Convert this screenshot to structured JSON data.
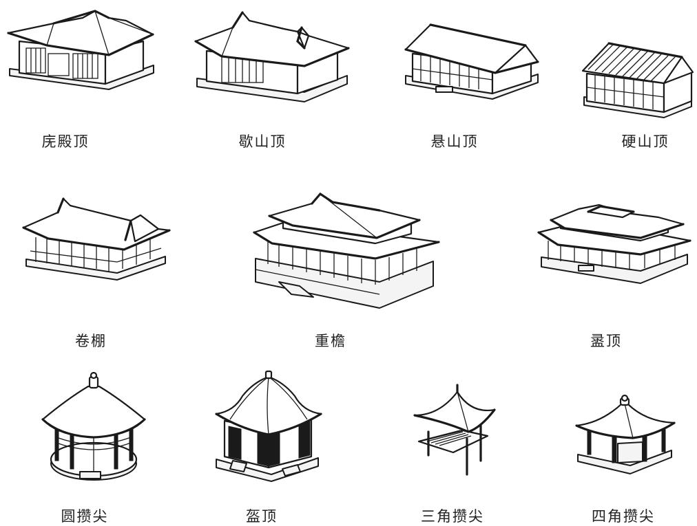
{
  "captions": {
    "wudian": "庑殿顶",
    "xieshan": "歇山顶",
    "xuanshan": "悬山顶",
    "yingshan": "硬山顶",
    "juanpeng": "卷棚",
    "chongyan": "重檐",
    "luding": "盝顶",
    "yuancuanjian": "圆攒尖",
    "kuiding": "盔顶",
    "sanjiao": "三角攒尖",
    "sijiao": "四角攒尖"
  }
}
